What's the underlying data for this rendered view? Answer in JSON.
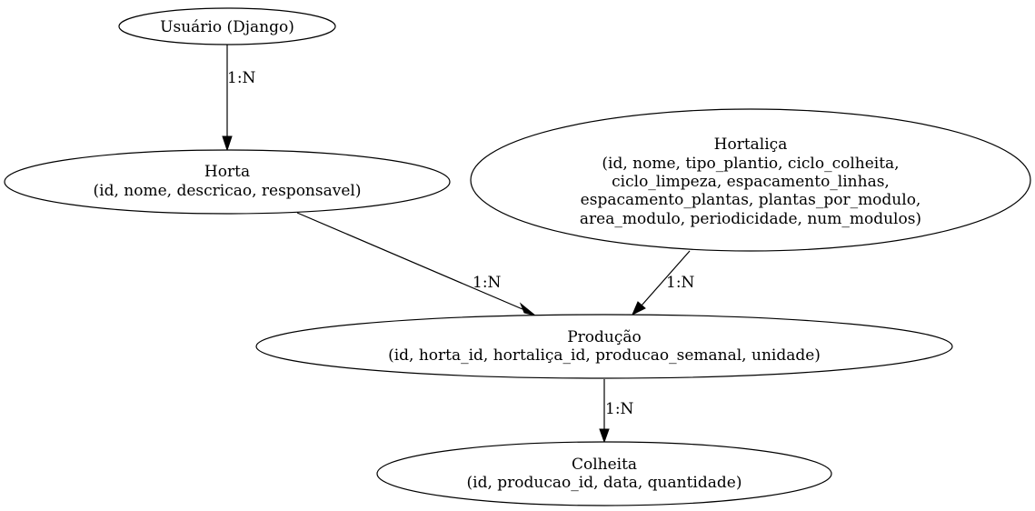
{
  "nodes": {
    "usuario": {
      "lines": [
        "Usuário (Django)"
      ]
    },
    "horta": {
      "lines": [
        "Horta",
        "(id, nome, descricao, responsavel)"
      ]
    },
    "hortalica": {
      "lines": [
        "Hortaliça",
        "(id, nome, tipo_plantio, ciclo_colheita,",
        "ciclo_limpeza, espacamento_linhas,",
        "espacamento_plantas, plantas_por_modulo,",
        "area_modulo, periodicidade, num_modulos)"
      ]
    },
    "producao": {
      "lines": [
        "Produção",
        "(id, horta_id, hortaliça_id, producao_semanal, unidade)"
      ]
    },
    "colheita": {
      "lines": [
        "Colheita",
        "(id, producao_id, data, quantidade)"
      ]
    }
  },
  "edges": [
    {
      "from": "usuario",
      "to": "horta",
      "label": "1:N"
    },
    {
      "from": "horta",
      "to": "producao",
      "label": "1:N"
    },
    {
      "from": "hortalica",
      "to": "producao",
      "label": "1:N"
    },
    {
      "from": "producao",
      "to": "colheita",
      "label": "1:N"
    }
  ]
}
